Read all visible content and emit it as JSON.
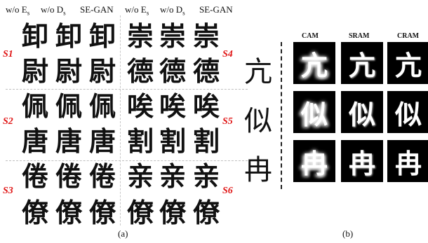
{
  "panel_a": {
    "headers": [
      {
        "prefix": "w/o ",
        "main": "E",
        "sub": "s"
      },
      {
        "prefix": "w/o ",
        "main": "D",
        "sub": "s"
      },
      {
        "prefix": "",
        "main": "SE-GAN",
        "sub": ""
      },
      {
        "prefix": "w/o ",
        "main": "E",
        "sub": "s"
      },
      {
        "prefix": "w/o ",
        "main": "D",
        "sub": "s"
      },
      {
        "prefix": "",
        "main": "SE-GAN",
        "sub": ""
      }
    ],
    "row_labels": [
      "S1",
      "S2",
      "S3",
      "S4",
      "S5",
      "S6"
    ],
    "left_rows": [
      [
        "卸",
        "卸",
        "卸"
      ],
      [
        "尉",
        "尉",
        "尉"
      ],
      [
        "佩",
        "佩",
        "佩"
      ],
      [
        "唐",
        "唐",
        "唐"
      ],
      [
        "倦",
        "倦",
        "倦"
      ],
      [
        "僚",
        "僚",
        "僚"
      ]
    ],
    "right_rows": [
      [
        "崇",
        "崇",
        "崇"
      ],
      [
        "德",
        "德",
        "德"
      ],
      [
        "唉",
        "唉",
        "唉"
      ],
      [
        "割",
        "割",
        "割"
      ],
      [
        "亲",
        "亲",
        "亲"
      ],
      [
        "僚",
        "僚",
        "僚"
      ]
    ],
    "caption": "(a)"
  },
  "panel_b": {
    "source_chars": [
      "亢",
      "似",
      "冉"
    ],
    "columns": [
      "CAM",
      "SRAM",
      "CRAM"
    ],
    "caption": "(b)"
  }
}
